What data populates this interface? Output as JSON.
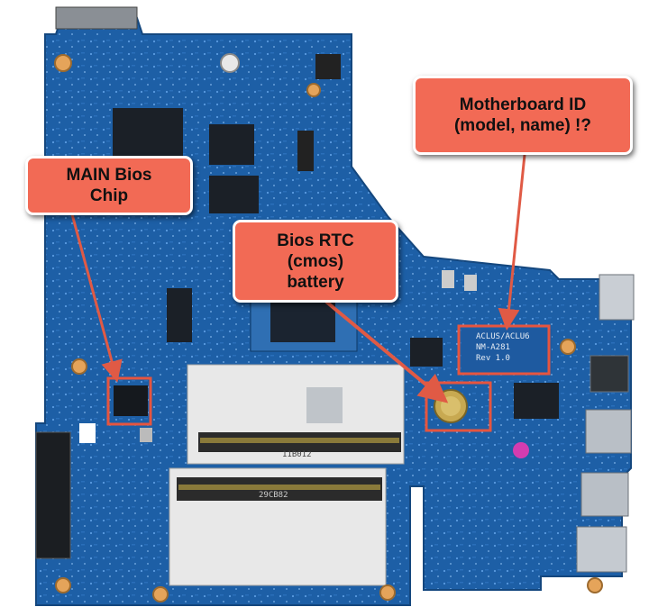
{
  "callouts": {
    "main_bios": {
      "line1": "MAIN Bios",
      "line2": "Chip"
    },
    "rtc_battery": {
      "line1": "Bios RTC",
      "line2": "(cmos)",
      "line3": "battery"
    },
    "motherboard_id": {
      "line1": "Motherboard ID",
      "line2": "(model, name) !?"
    }
  },
  "board_labels": {
    "model_line1": "ACLUS/ACLU6",
    "model_line2": "NM-A281",
    "model_line3": "Rev 1.0",
    "slot1_label": "11B012",
    "slot2_label": "29CB82"
  },
  "colors": {
    "pcb": "#1d5fa6",
    "pcb_dark": "#14477e",
    "callout_fill": "#f26a55",
    "highlight_box": "#e6553f",
    "arrow": "#e05a45"
  }
}
